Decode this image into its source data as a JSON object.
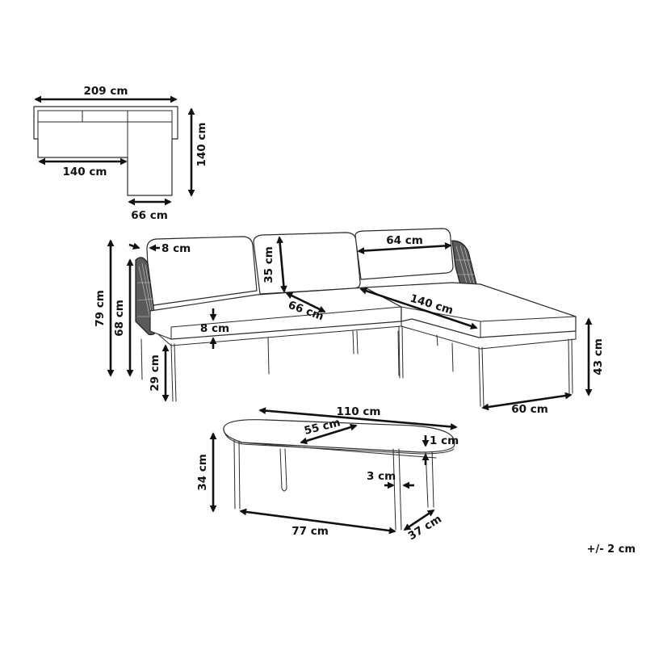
{
  "diagram": {
    "type": "product dimension drawing",
    "subject": "outdoor corner sofa set with coffee table",
    "units": "cm",
    "tolerance_label": "+/- 2 cm"
  },
  "top_view": {
    "width_label": "209 cm",
    "depth_label": "140 cm",
    "main_seat_width_label": "140 cm",
    "chaise_width_label": "66 cm"
  },
  "sofa": {
    "armrest_thickness_label": "8 cm",
    "total_height_label": "79 cm",
    "armrest_height_label": "68 cm",
    "seat_height_label": "29 cm",
    "cushion_thickness_label": "8 cm",
    "backrest_height_label": "35 cm",
    "seat_depth_label": "66 cm",
    "chaise_backrest_width_label": "64 cm",
    "chaise_length_label": "140 cm",
    "chaise_height_label": "43 cm",
    "chaise_width_label": "60 cm"
  },
  "table": {
    "length_label": "110 cm",
    "width_label": "55 cm",
    "top_thickness_label": "1 cm",
    "leg_thickness_label": "3 cm",
    "height_label": "34 cm",
    "leg_span_length_label": "77 cm",
    "leg_span_width_label": "37 cm"
  }
}
